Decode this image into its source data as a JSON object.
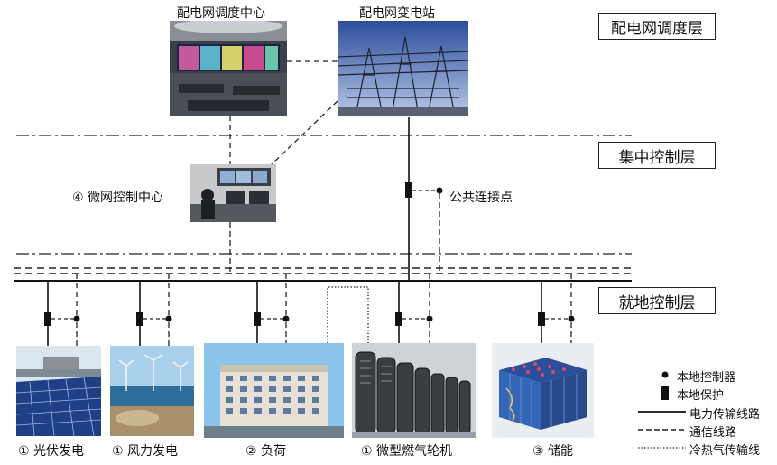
{
  "layers": {
    "dispatch": "配电网调度层",
    "central": "集中控制层",
    "local": "就地控制层"
  },
  "top": {
    "dispatch_center": "配电网调度中心",
    "substation": "配电网变电站"
  },
  "mid": {
    "mgcc": "④ 微网控制中心",
    "pcc": "公共连接点"
  },
  "units": [
    {
      "label": "① 光伏发电",
      "icon": "solar-panel-photo"
    },
    {
      "label": "① 风力发电",
      "icon": "wind-turbine-photo"
    },
    {
      "label": "② 负荷",
      "icon": "building-load-photo"
    },
    {
      "label": "① 微型燃气轮机",
      "icon": "micro-gas-turbine-photo"
    },
    {
      "label": "③ 储能",
      "icon": "battery-storage-photo"
    }
  ],
  "legend": {
    "controller": "本地控制器",
    "protection": "本地保护",
    "power_line": "电力传输线路",
    "comm_line": "通信线路",
    "heat_line": "冷热气传输线"
  }
}
